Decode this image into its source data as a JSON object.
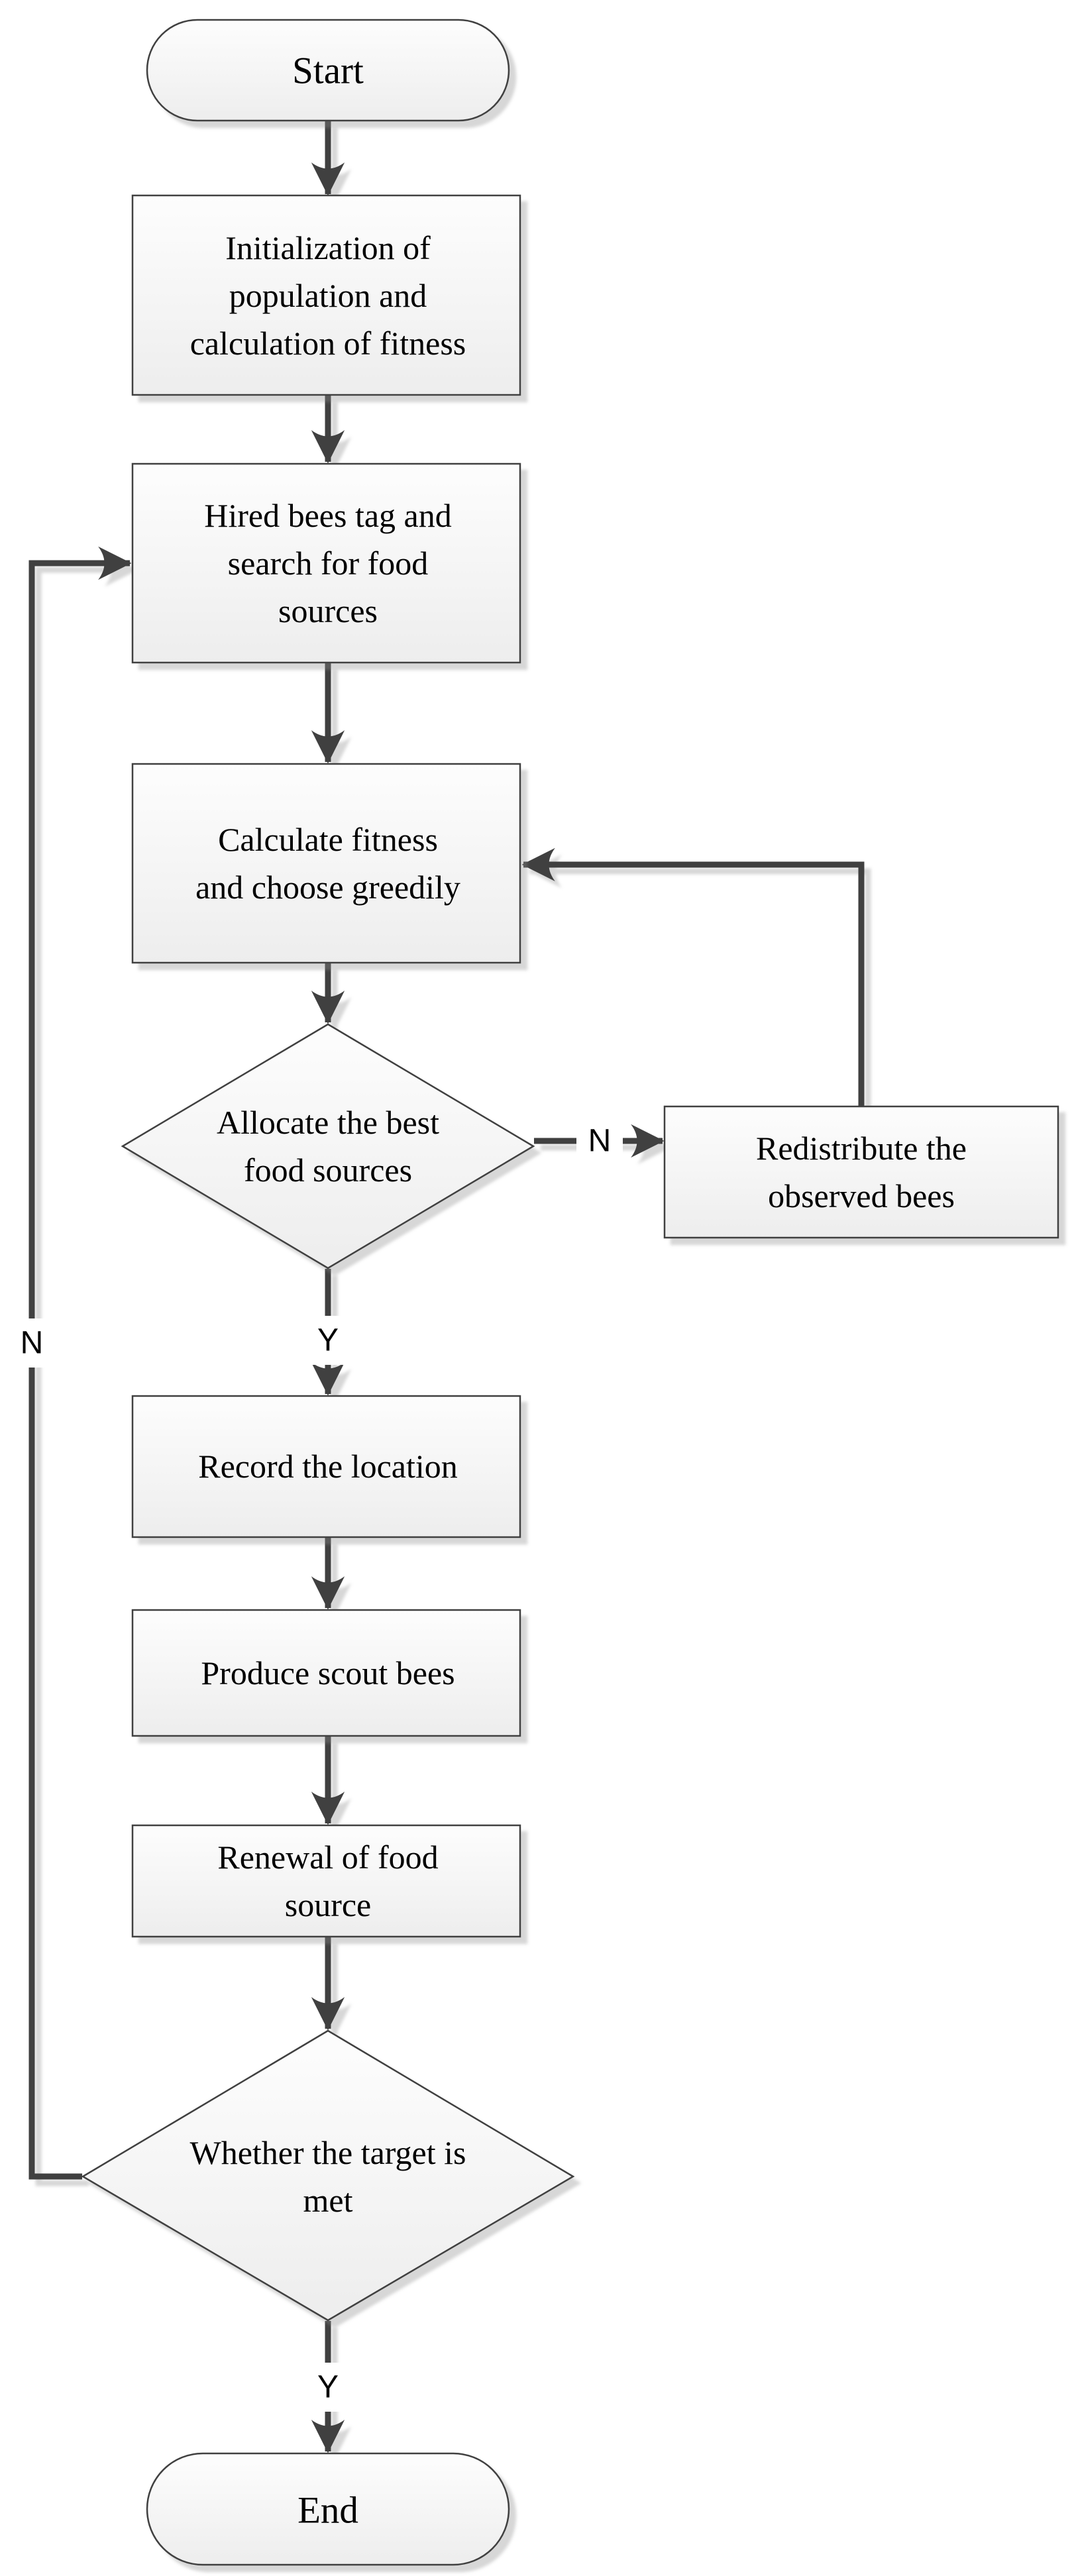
{
  "colors": {
    "background": "#ffffff",
    "node-fill-top": "#fdfdfd",
    "node-fill-bottom": "#ededed",
    "node-border": "#404040",
    "arrow": "#3f3f3f",
    "text": "#000000"
  },
  "nodes": {
    "start": {
      "type": "terminator",
      "label": "Start"
    },
    "init": {
      "type": "process",
      "lines": [
        "Initialization of",
        "population and",
        "calculation of fitness"
      ]
    },
    "hired": {
      "type": "process",
      "lines": [
        "Hired bees tag and",
        "search for food",
        "sources"
      ]
    },
    "calc": {
      "type": "process",
      "lines": [
        "Calculate fitness",
        "and choose greedily"
      ]
    },
    "allocate": {
      "type": "decision",
      "lines": [
        "Allocate the best",
        "food sources"
      ]
    },
    "redistribute": {
      "type": "process",
      "lines": [
        "Redistribute the",
        "observed bees"
      ]
    },
    "record": {
      "type": "process",
      "lines": [
        "Record the location"
      ]
    },
    "produce": {
      "type": "process",
      "lines": [
        "Produce scout bees"
      ]
    },
    "renewal": {
      "type": "process",
      "lines": [
        "Renewal of food",
        "source"
      ]
    },
    "target": {
      "type": "decision",
      "lines": [
        "Whether the target is",
        "met"
      ]
    },
    "end": {
      "type": "terminator",
      "label": "End"
    }
  },
  "edge_labels": {
    "allocate_no": "N",
    "allocate_yes": "Y",
    "target_no": "N",
    "target_yes": "Y"
  }
}
